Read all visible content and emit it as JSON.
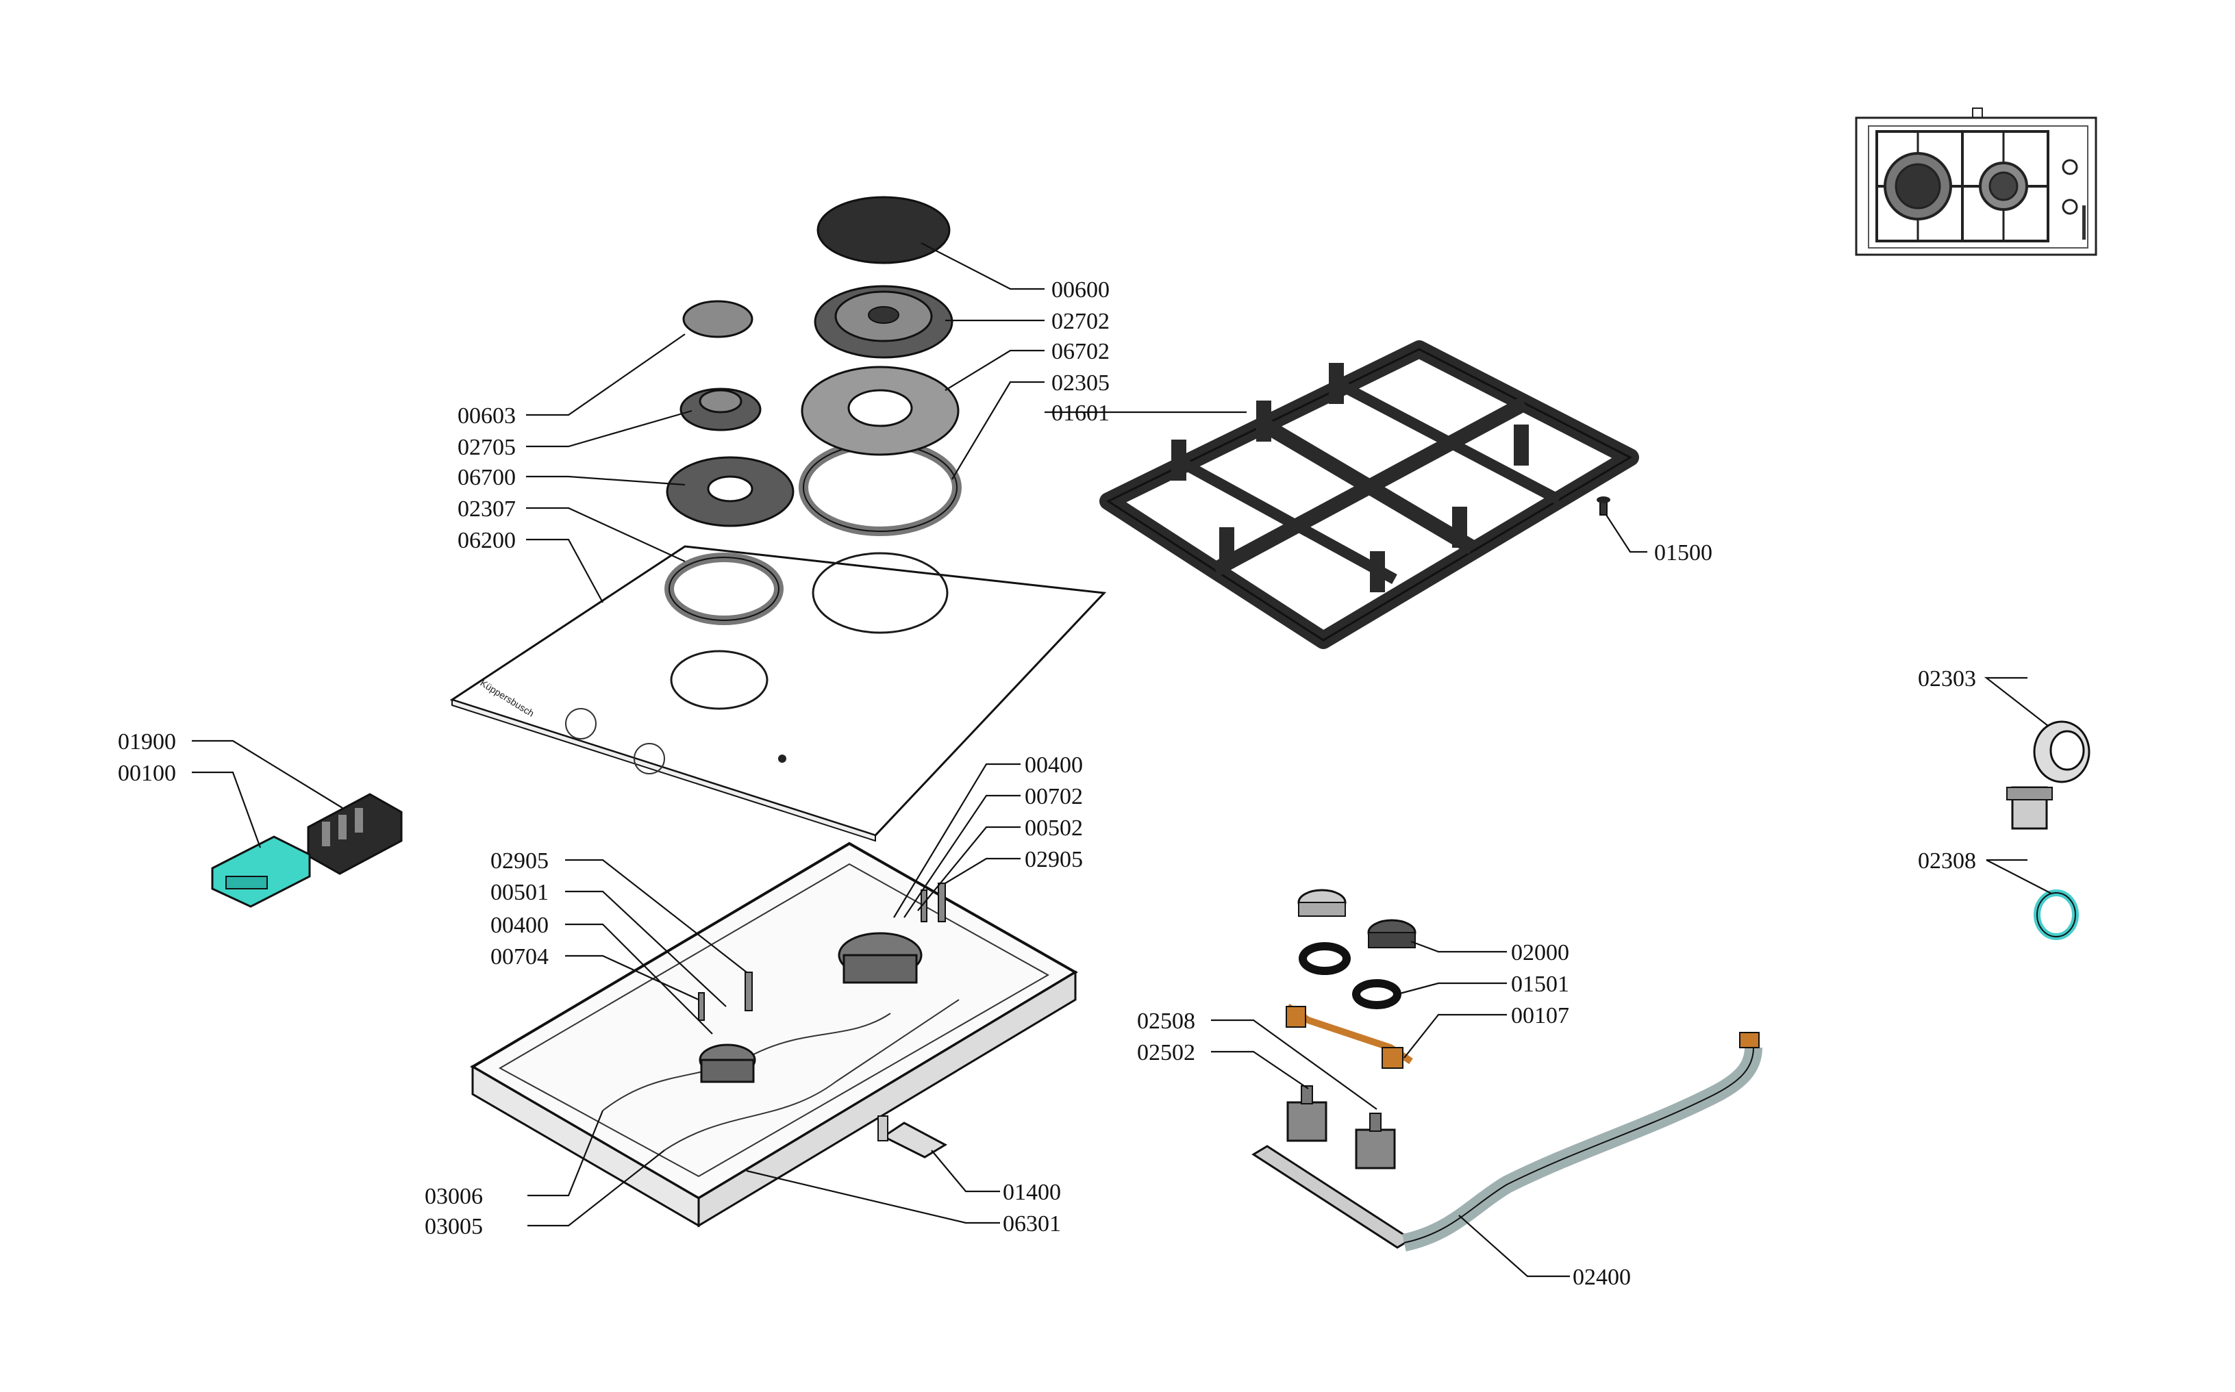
{
  "brand_text": "Küppersbusch",
  "labels": {
    "p00600": "00600",
    "p02702": "02702",
    "p06702": "06702",
    "p02305": "02305",
    "p01601": "01601",
    "p00603": "00603",
    "p02705": "02705",
    "p06700": "06700",
    "p02307": "02307",
    "p06200": "06200",
    "p01500": "01500",
    "p01900": "01900",
    "p00100": "00100",
    "p00400a": "00400",
    "p00702": "00702",
    "p00502": "00502",
    "p02905a": "02905",
    "p02905b": "02905",
    "p00501": "00501",
    "p00400b": "00400",
    "p00704": "00704",
    "p03006": "03006",
    "p03005": "03005",
    "p01400": "01400",
    "p06301": "06301",
    "p02303": "02303",
    "p02308": "02308",
    "p02000": "02000",
    "p01501": "01501",
    "p00107": "00107",
    "p02508": "02508",
    "p02502": "02502",
    "p02400": "02400"
  },
  "colors": {
    "line": "#111111",
    "dark_part": "#3a3a3a",
    "cap": "#2e2e2e",
    "ring": "#777777",
    "cyan_part": "#3fd6c8",
    "orange_part": "#c77a2a",
    "hose": "#9fb0b0"
  }
}
